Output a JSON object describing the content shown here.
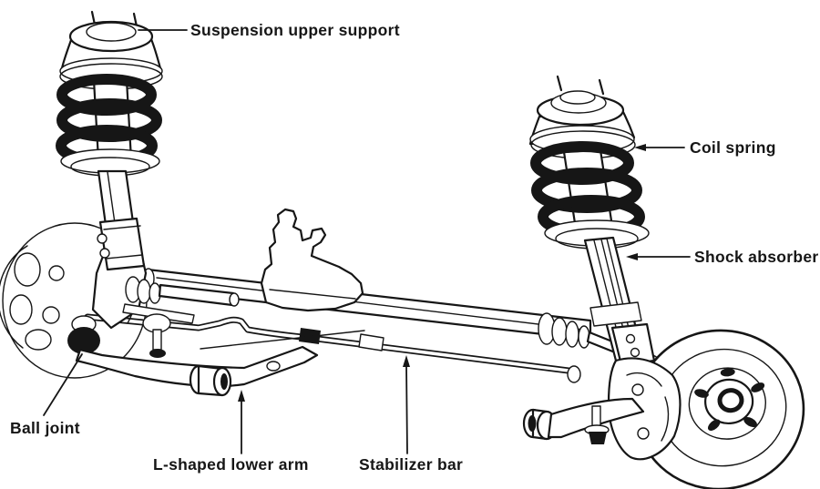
{
  "figure": {
    "type": "technical-line-diagram",
    "subject": "Front suspension assembly",
    "colors": {
      "ink": "#161616",
      "paper": "#ffffff"
    },
    "labels": {
      "upper_support": "Suspension upper support",
      "coil_spring": "Coil spring",
      "shock_absorber": "Shock absorber",
      "ball_joint": "Ball joint",
      "lower_arm": "L-shaped lower arm",
      "stabilizer_bar": "Stabilizer bar"
    }
  }
}
